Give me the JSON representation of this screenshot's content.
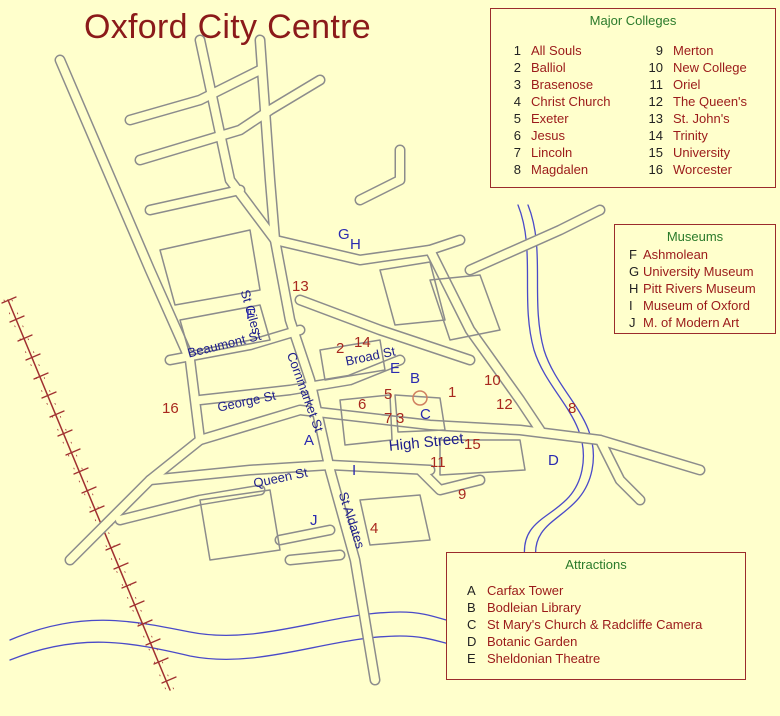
{
  "map_title": "Oxford City Centre",
  "colleges": {
    "title": "Major Colleges",
    "items": [
      {
        "num": "1",
        "name": "All Souls"
      },
      {
        "num": "2",
        "name": "Balliol"
      },
      {
        "num": "3",
        "name": "Brasenose"
      },
      {
        "num": "4",
        "name": "Christ Church"
      },
      {
        "num": "5",
        "name": "Exeter"
      },
      {
        "num": "6",
        "name": "Jesus"
      },
      {
        "num": "7",
        "name": "Lincoln"
      },
      {
        "num": "8",
        "name": "Magdalen"
      },
      {
        "num": "9",
        "name": "Merton"
      },
      {
        "num": "10",
        "name": "New College"
      },
      {
        "num": "11",
        "name": "Oriel"
      },
      {
        "num": "12",
        "name": "The Queen's"
      },
      {
        "num": "13",
        "name": "St. John's"
      },
      {
        "num": "14",
        "name": "Trinity"
      },
      {
        "num": "15",
        "name": "University"
      },
      {
        "num": "16",
        "name": "Worcester"
      }
    ]
  },
  "museums": {
    "title": "Museums",
    "items": [
      {
        "letter": "F",
        "name": "Ashmolean"
      },
      {
        "letter": "G",
        "name": "University Museum"
      },
      {
        "letter": "H",
        "name": "Pitt Rivers Museum"
      },
      {
        "letter": "I",
        "name": "Museum of Oxford"
      },
      {
        "letter": "J",
        "name": "M. of Modern Art"
      }
    ]
  },
  "attractions": {
    "title": "Attractions",
    "items": [
      {
        "letter": "A",
        "name": "Carfax Tower"
      },
      {
        "letter": "B",
        "name": "Bodleian Library"
      },
      {
        "letter": "C",
        "name": "St Mary's Church & Radcliffe Camera"
      },
      {
        "letter": "D",
        "name": "Botanic Garden"
      },
      {
        "letter": "E",
        "name": "Sheldonian Theatre"
      }
    ]
  },
  "streets": {
    "st_giles": "St Giles",
    "beaumont": "Beaumont St",
    "cornmarket": "Cornmarket St",
    "broad": "Broad St",
    "george": "George St",
    "high": "High Street",
    "queen": "Queen St",
    "aldates": "St Aldates"
  },
  "map_markers": {
    "c1": "1",
    "c2": "2",
    "c3": "3",
    "c4": "4",
    "c5": "5",
    "c6": "6",
    "c7": "7",
    "c8": "8",
    "c9": "9",
    "c10": "10",
    "c11": "11",
    "c12": "12",
    "c13": "13",
    "c14": "14",
    "c15": "15",
    "c16": "16",
    "A": "A",
    "B": "B",
    "C": "C",
    "D": "D",
    "E": "E",
    "F": "F",
    "G": "G",
    "H": "H",
    "I": "I",
    "J": "J"
  },
  "colors": {
    "background": "#ffffcc",
    "road": "#888888",
    "river": "#4040c0",
    "railway": "#a03030",
    "college_label": "#a8281e",
    "attraction_label": "#2a2ab0"
  }
}
